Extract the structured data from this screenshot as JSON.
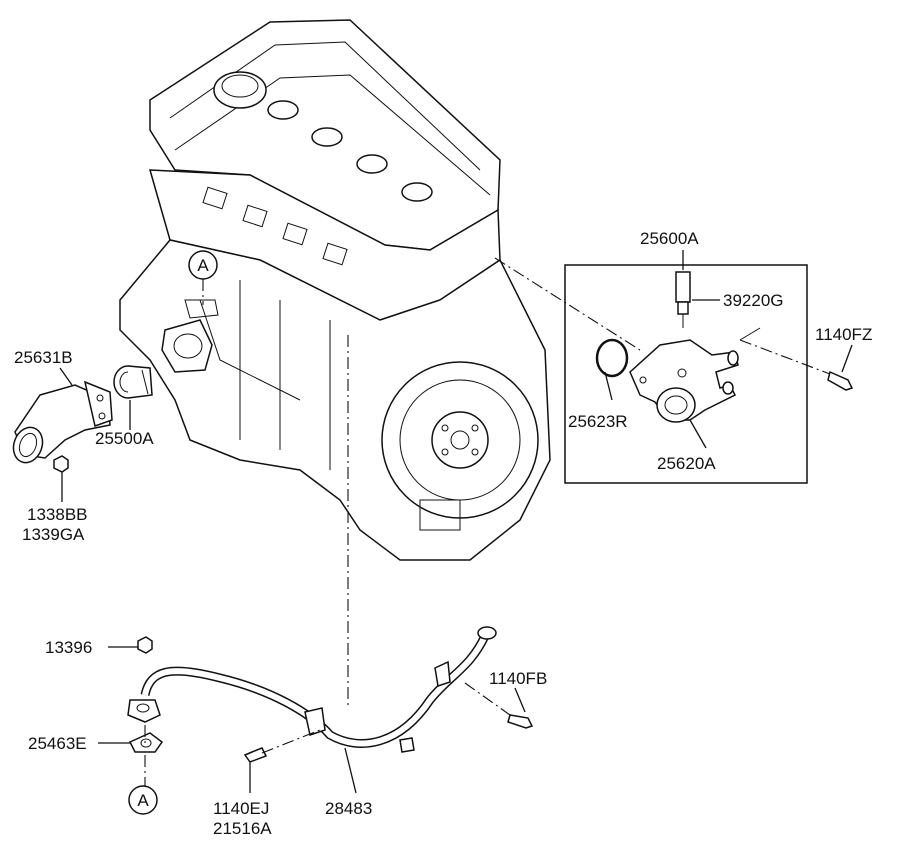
{
  "diagram": {
    "labels": {
      "p25631B": "25631B",
      "p25500A": "25500A",
      "p1338BB": "1338BB",
      "p1339GA": "1339GA",
      "p25600A": "25600A",
      "p39220G": "39220G",
      "p1140FZ": "1140FZ",
      "p25623R": "25623R",
      "p25620A": "25620A",
      "p13396": "13396",
      "p1140FB": "1140FB",
      "p25463E": "25463E",
      "p1140EJ": "1140EJ",
      "p21516A": "21516A",
      "p28483": "28483",
      "refA_top": "A",
      "refA_bottom": "A"
    }
  }
}
